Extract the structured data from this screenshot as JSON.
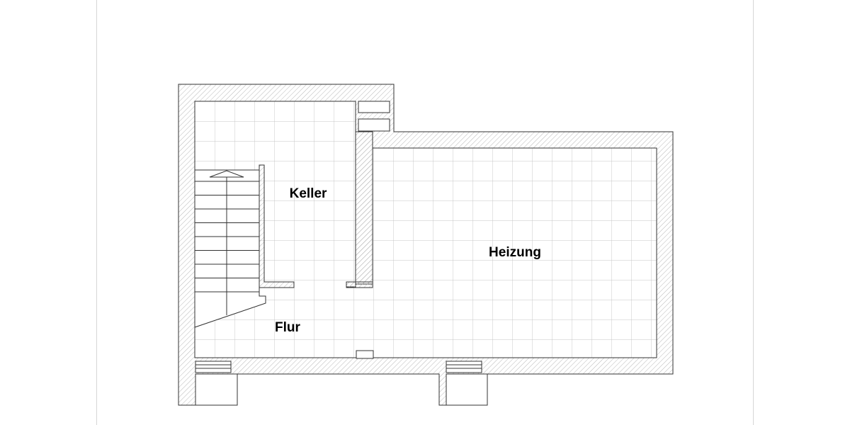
{
  "rooms": {
    "keller": "Keller",
    "heizung": "Heizung",
    "flur": "Flur"
  },
  "colors": {
    "wall_stroke": "#333333",
    "hatch": "#b0b0b0",
    "tile_grid": "#c4c4c4",
    "page_border": "#d6d6d6"
  }
}
